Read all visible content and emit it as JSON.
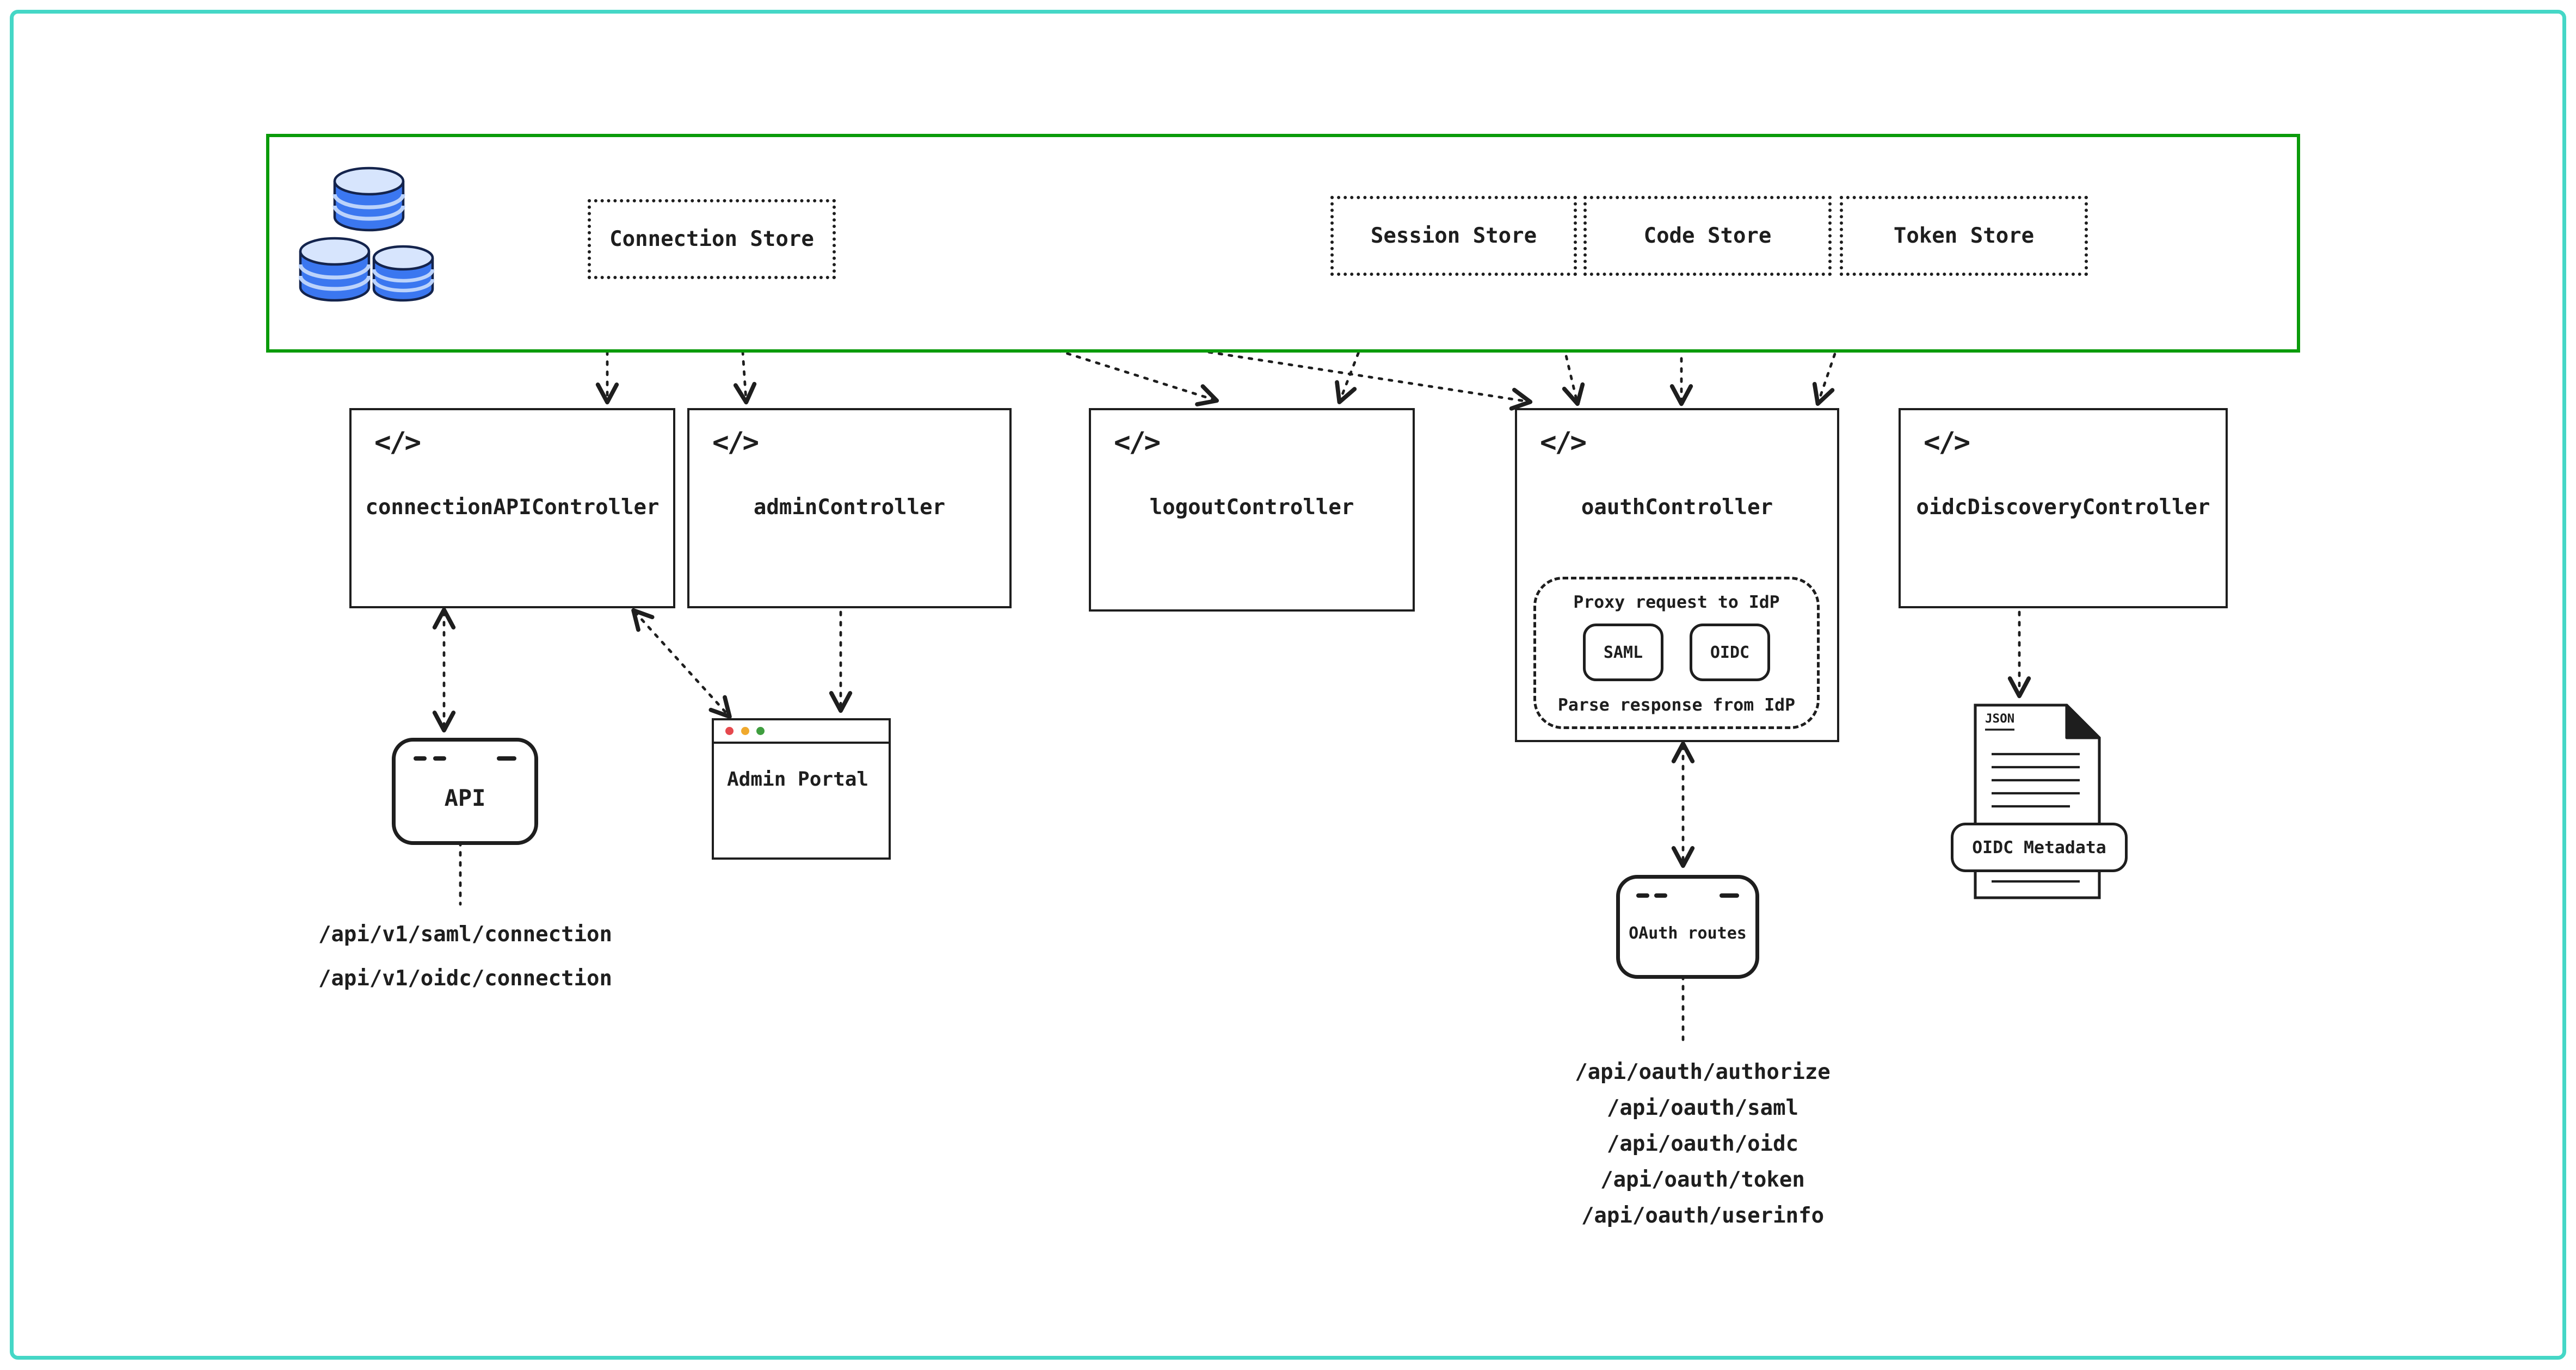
{
  "colors": {
    "page_frame_teal": "#45d7c6",
    "store_frame_green": "#0a9b0a",
    "ink": "#1e1e1e",
    "database_blue": "#3b77f0",
    "traffic_red": "#e5484d",
    "traffic_yellow": "#f0a92d",
    "traffic_green": "#3f9e3f"
  },
  "icons": {
    "code": "</>",
    "database": "database-cylinders"
  },
  "stores": {
    "connection": "Connection Store",
    "session": "Session Store",
    "code": "Code Store",
    "token": "Token Store"
  },
  "controllers": {
    "connection_api": "connectionAPIController",
    "admin": "adminController",
    "logout": "logoutController",
    "oauth": "oauthController",
    "oidc_discovery": "oidcDiscoveryController"
  },
  "oauth_proxy": {
    "request_label": "Proxy request to IdP",
    "saml": "SAML",
    "oidc": "OIDC",
    "response_label": "Parse response from IdP"
  },
  "windows": {
    "api": "API",
    "admin_portal": "Admin Portal",
    "oauth_routes": "OAuth routes"
  },
  "api_endpoints": [
    "/api/v1/saml/connection",
    "/api/v1/oidc/connection"
  ],
  "oauth_endpoints": [
    "/api/oauth/authorize",
    "/api/oauth/saml",
    "/api/oauth/oidc",
    "/api/oauth/token",
    "/api/oauth/userinfo"
  ],
  "json_document": {
    "type_label": "JSON",
    "banner_label": "OIDC Metadata"
  }
}
